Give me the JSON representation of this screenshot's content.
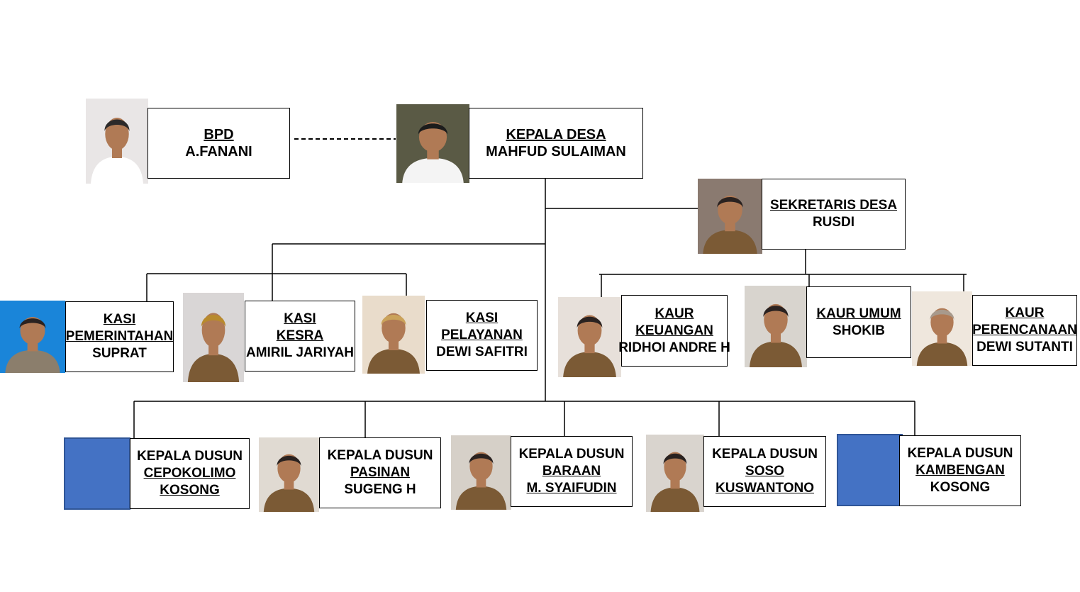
{
  "colors": {
    "line": "#000000",
    "vacant_fill": "#4472c4",
    "vacant_border": "#2f5597",
    "uniform": "#7b5a35",
    "skin": "#b07a55"
  },
  "bpd": {
    "title": "BPD",
    "name": "A.FANANI",
    "icon": "person-photo"
  },
  "kepala_desa": {
    "title": "KEPALA DESA",
    "name": "MAHFUD SULAIMAN",
    "icon": "person-photo"
  },
  "sekretaris": {
    "title": "SEKRETARIS DESA",
    "name": "RUSDI",
    "icon": "person-photo"
  },
  "kasi": [
    {
      "title": "KASI",
      "subtitle": "PEMERINTAHAN",
      "name": "SUPRAT"
    },
    {
      "title": "KASI",
      "subtitle": "KESRA",
      "name": "AMIRIL JARIYAH"
    },
    {
      "title": "KASI",
      "subtitle": "PELAYANAN",
      "name": "DEWI SAFITRI"
    }
  ],
  "kaur": [
    {
      "title": "KAUR",
      "subtitle": "KEUANGAN",
      "name": "RIDHOI ANDRE H"
    },
    {
      "title": "KAUR UMUM",
      "name": "SHOKIB"
    },
    {
      "title": "KAUR",
      "subtitle": "PERENCANAAN",
      "name": "DEWI SUTANTI"
    }
  ],
  "dusun": [
    {
      "title": "KEPALA DUSUN",
      "area": "CEPOKOLIMO",
      "name": "KOSONG",
      "photo": "vacant"
    },
    {
      "title": "KEPALA DUSUN",
      "area": "PASINAN",
      "name": "SUGENG H",
      "photo": "person"
    },
    {
      "title": "KEPALA DUSUN",
      "area": "BARAAN",
      "name": "M. SYAIFUDIN",
      "photo": "person"
    },
    {
      "title": "KEPALA DUSUN",
      "area": "SOSO",
      "name": "KUSWANTONO",
      "photo": "person"
    },
    {
      "title": "KEPALA DUSUN",
      "area": "KAMBENGAN",
      "name": "KOSONG",
      "photo": "vacant"
    }
  ]
}
